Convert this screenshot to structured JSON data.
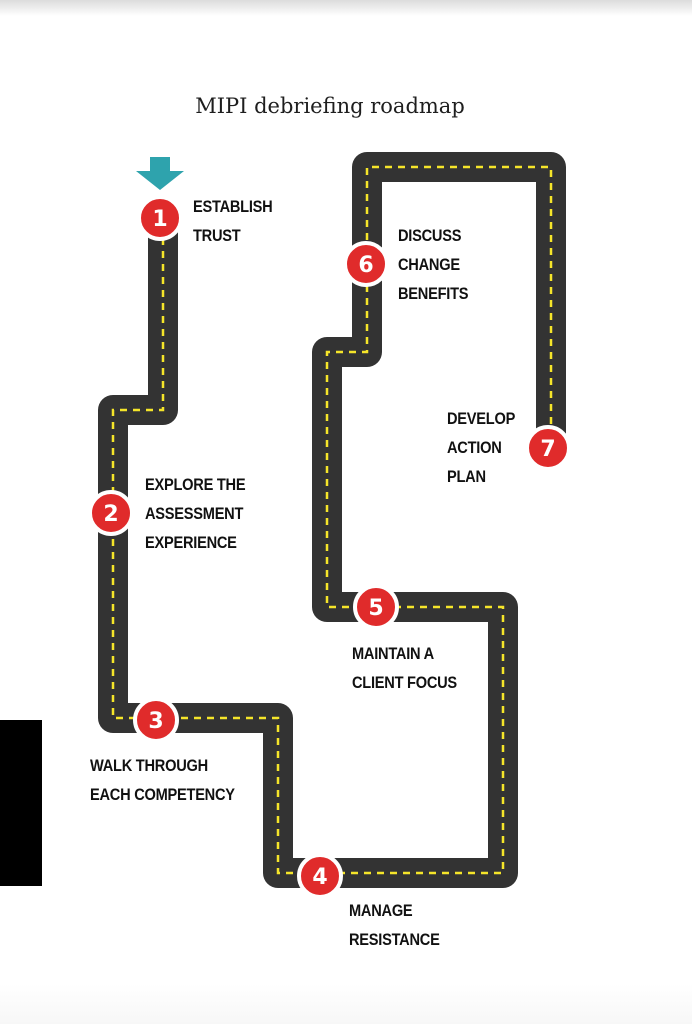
{
  "title": "MIPI debriefing roadmap",
  "colors": {
    "road": "#333333",
    "center_line": "#f5e52a",
    "marker_fill": "#e02b2b",
    "marker_border": "#ffffff",
    "start_arrow": "#2ea3ad",
    "label_text": "#111111"
  },
  "start_marker": {
    "icon": "down-arrow-icon"
  },
  "steps": [
    {
      "number": "1",
      "lines": [
        "ESTABLISH",
        "TRUST"
      ]
    },
    {
      "number": "2",
      "lines": [
        "EXPLORE THE",
        "ASSESSMENT",
        "EXPERIENCE"
      ]
    },
    {
      "number": "3",
      "lines": [
        "WALK THROUGH",
        "EACH COMPETENCY"
      ]
    },
    {
      "number": "4",
      "lines": [
        "MANAGE",
        "RESISTANCE"
      ]
    },
    {
      "number": "5",
      "lines": [
        "MAINTAIN A",
        "CLIENT FOCUS"
      ]
    },
    {
      "number": "6",
      "lines": [
        "DISCUSS",
        "CHANGE",
        "BENEFITS"
      ]
    },
    {
      "number": "7",
      "lines": [
        "DEVELOP",
        "ACTION",
        "PLAN"
      ]
    }
  ]
}
